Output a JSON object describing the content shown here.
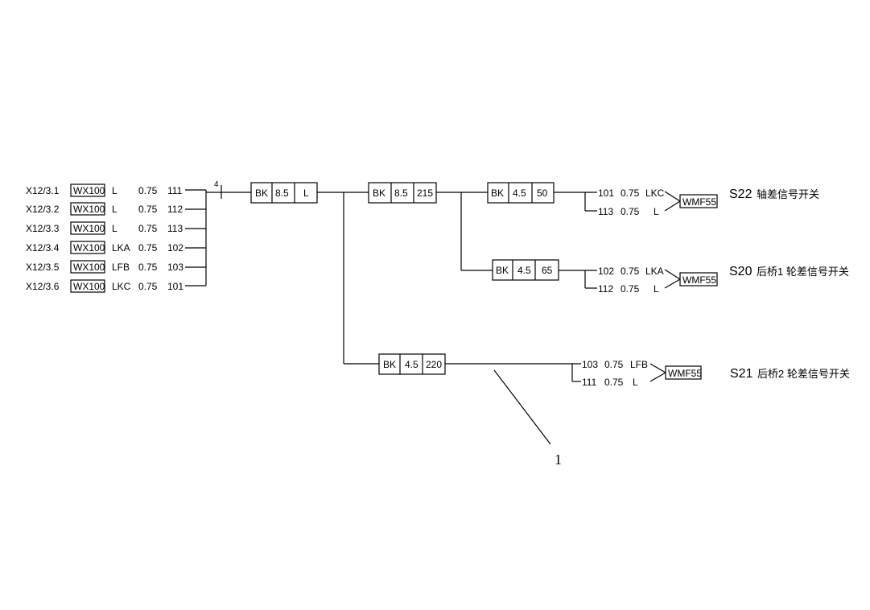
{
  "terminals": [
    {
      "id": "X12/3.1",
      "cable": "WX100",
      "sig": "L",
      "size": "0.75",
      "wire": "111"
    },
    {
      "id": "X12/3.2",
      "cable": "WX100",
      "sig": "L",
      "size": "0.75",
      "wire": "112"
    },
    {
      "id": "X12/3.3",
      "cable": "WX100",
      "sig": "L",
      "size": "0.75",
      "wire": "113"
    },
    {
      "id": "X12/3.4",
      "cable": "WX100",
      "sig": "LKA",
      "size": "0.75",
      "wire": "102"
    },
    {
      "id": "X12/3.5",
      "cable": "WX100",
      "sig": "LFB",
      "size": "0.75",
      "wire": "103"
    },
    {
      "id": "X12/3.6",
      "cable": "WX100",
      "sig": "LKC",
      "size": "0.75",
      "wire": "101"
    }
  ],
  "bundle_count": "4",
  "segments": {
    "main": [
      "BK",
      "8.5",
      "L"
    ],
    "second": [
      "BK",
      "8.5",
      "215"
    ],
    "s22": [
      "BK",
      "4.5",
      "50"
    ],
    "s20": [
      "BK",
      "4.5",
      "65"
    ],
    "s21": [
      "BK",
      "4.5",
      "220"
    ]
  },
  "branches": {
    "s22": {
      "lines": [
        [
          "101",
          "0.75",
          "LKC"
        ],
        [
          "113",
          "0.75",
          "L"
        ]
      ],
      "connector": "WMF55",
      "code": "S22",
      "desc": "轴差信号开关"
    },
    "s20": {
      "lines": [
        [
          "102",
          "0.75",
          "LKA"
        ],
        [
          "112",
          "0.75",
          "L"
        ]
      ],
      "connector": "WMF55",
      "code": "S20",
      "desc": "后桥1 轮差信号开关"
    },
    "s21": {
      "lines": [
        [
          "103",
          "0.75",
          "LFB"
        ],
        [
          "111",
          "0.75",
          "L"
        ]
      ],
      "connector": "WMF55",
      "code": "S21",
      "desc": "后桥2 轮差信号开关"
    }
  },
  "callout": "1"
}
